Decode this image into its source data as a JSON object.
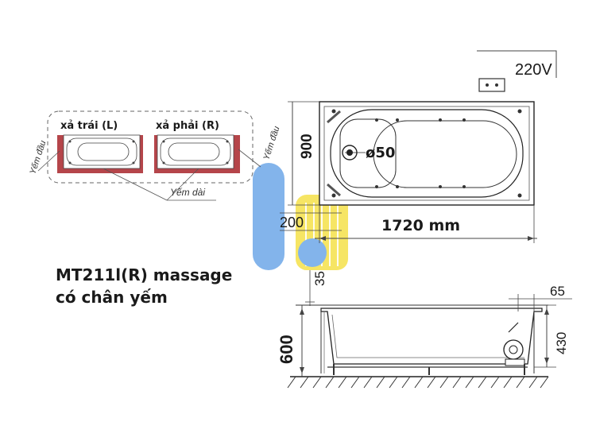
{
  "inset": {
    "left_label": "xả trái (L)",
    "right_label": "xả phải (R)",
    "side_label_left": "Yếm đầu",
    "side_label_right": "Yếm đầu",
    "bottom_label": "Yếm dài"
  },
  "plan": {
    "power_label": "220V",
    "width_dim": "900",
    "length_dim": "1720 mm",
    "drain_dim": "ø50",
    "offset_dim": "200"
  },
  "elevation": {
    "height_dim": "600",
    "gap_dim": "35",
    "rim_dim": "65",
    "inner_dim": "430"
  },
  "model": {
    "line1": "MT211l(R) massage",
    "line2": "có chân yếm"
  },
  "colors": {
    "apron": "#b5454a",
    "watermark_blue": "#6ea8e8",
    "watermark_yellow": "#f5e14a"
  }
}
